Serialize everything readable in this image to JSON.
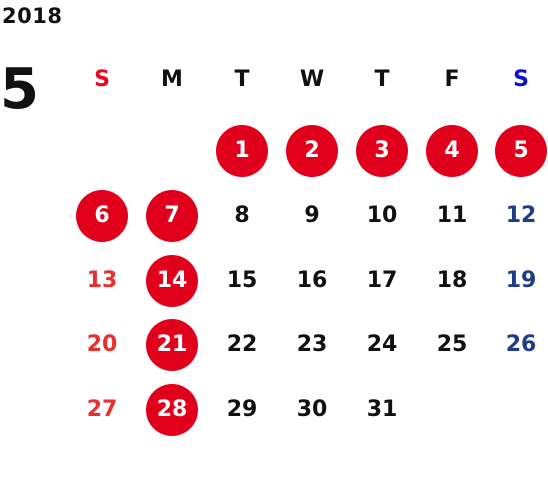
{
  "calendar": {
    "year": "2018",
    "month": "5",
    "weekday_headers": [
      "S",
      "M",
      "T",
      "W",
      "T",
      "F",
      "S"
    ],
    "first_weekday_index": 2,
    "days_in_month": 31,
    "highlighted_days": [
      1,
      2,
      3,
      4,
      5,
      6,
      7,
      14,
      21,
      28
    ],
    "colors": {
      "weekday_text": "#111111",
      "sunday_header": "#e8091e",
      "saturday_header": "#1010d0",
      "sunday_text": "#e83030",
      "saturday_text": "#1f3c88",
      "highlight_fill": "#e0001b",
      "highlight_text": "#ffffff"
    }
  }
}
